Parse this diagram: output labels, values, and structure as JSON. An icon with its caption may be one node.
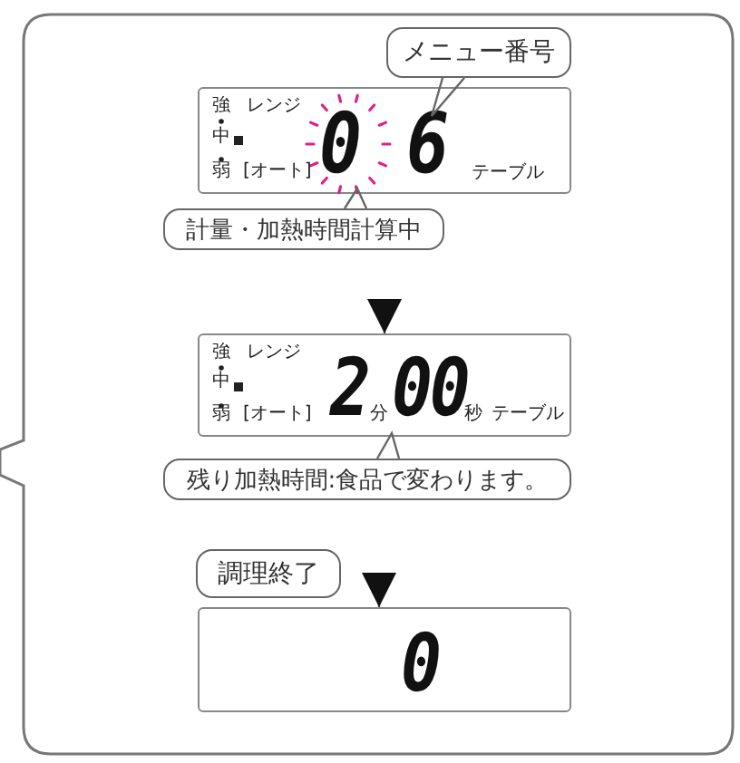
{
  "diagram": {
    "nodes": [
      {
        "text": [],
        "shape": "box"
      },
      {
        "text": [
          "強",
          "中",
          "弱",
          "レンジ",
          "[オート]",
          "0",
          "6",
          "テーブル"
        ],
        "in": 0
      },
      {
        "text": [
          "メニュー番号"
        ],
        "in": 0
      },
      {
        "text": [
          "計量・加熱時間計算中"
        ],
        "in": 0
      },
      {
        "text": [
          "強",
          "中",
          "弱",
          "レンジ",
          "[オート]",
          "2",
          "分",
          "00",
          "秒",
          "テーブル"
        ],
        "in": 0
      },
      {
        "text": [
          "残り加熱時間:食品で変わります。"
        ],
        "in": 0
      },
      {
        "text": [
          "調理終了"
        ],
        "in": 0
      },
      {
        "text": [
          "0"
        ],
        "in": 0
      }
    ],
    "edges": [
      {
        "from": 2,
        "to": 1,
        "arrow": "none"
      },
      {
        "from": 3,
        "to": 1,
        "arrow": "none"
      },
      {
        "from": null,
        "to": 4,
        "arrow": "to"
      },
      {
        "from": 5,
        "to": 4,
        "arrow": "none"
      },
      {
        "from": null,
        "to": 7,
        "arrow": "to"
      }
    ]
  }
}
